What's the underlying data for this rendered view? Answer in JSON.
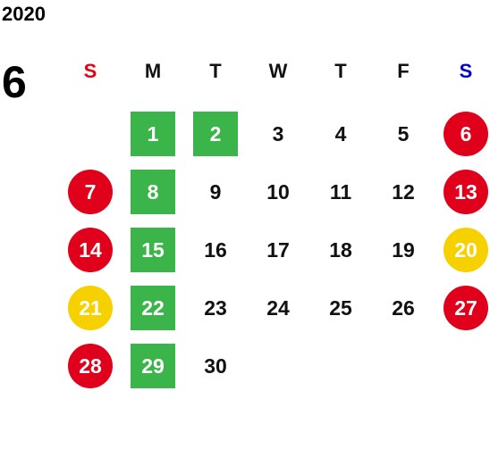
{
  "calendar": {
    "year": "2020",
    "month": "6",
    "weekdays": [
      {
        "label": "S",
        "color": "#e60012"
      },
      {
        "label": "M",
        "color": "#111111"
      },
      {
        "label": "T",
        "color": "#111111"
      },
      {
        "label": "W",
        "color": "#111111"
      },
      {
        "label": "T",
        "color": "#111111"
      },
      {
        "label": "F",
        "color": "#111111"
      },
      {
        "label": "S",
        "color": "#0000cc"
      }
    ],
    "colors": {
      "holiday_red": "#e0001b",
      "event_green": "#3bb54a",
      "highlight_yellow": "#f7d000",
      "text_dark": "#111111"
    },
    "weeks": [
      [
        null,
        {
          "day": "1",
          "mark": "square"
        },
        {
          "day": "2",
          "mark": "square"
        },
        {
          "day": "3",
          "mark": "none"
        },
        {
          "day": "4",
          "mark": "none"
        },
        {
          "day": "5",
          "mark": "none"
        },
        {
          "day": "6",
          "mark": "circle-red"
        }
      ],
      [
        {
          "day": "7",
          "mark": "circle-red"
        },
        {
          "day": "8",
          "mark": "square"
        },
        {
          "day": "9",
          "mark": "none"
        },
        {
          "day": "10",
          "mark": "none"
        },
        {
          "day": "11",
          "mark": "none"
        },
        {
          "day": "12",
          "mark": "none"
        },
        {
          "day": "13",
          "mark": "circle-red"
        }
      ],
      [
        {
          "day": "14",
          "mark": "circle-red"
        },
        {
          "day": "15",
          "mark": "square"
        },
        {
          "day": "16",
          "mark": "none"
        },
        {
          "day": "17",
          "mark": "none"
        },
        {
          "day": "18",
          "mark": "none"
        },
        {
          "day": "19",
          "mark": "none"
        },
        {
          "day": "20",
          "mark": "circle-yellow"
        }
      ],
      [
        {
          "day": "21",
          "mark": "circle-yellow"
        },
        {
          "day": "22",
          "mark": "square"
        },
        {
          "day": "23",
          "mark": "none"
        },
        {
          "day": "24",
          "mark": "none"
        },
        {
          "day": "25",
          "mark": "none"
        },
        {
          "day": "26",
          "mark": "none"
        },
        {
          "day": "27",
          "mark": "circle-red"
        }
      ],
      [
        {
          "day": "28",
          "mark": "circle-red"
        },
        {
          "day": "29",
          "mark": "square"
        },
        {
          "day": "30",
          "mark": "none"
        },
        null,
        null,
        null,
        null
      ]
    ]
  }
}
